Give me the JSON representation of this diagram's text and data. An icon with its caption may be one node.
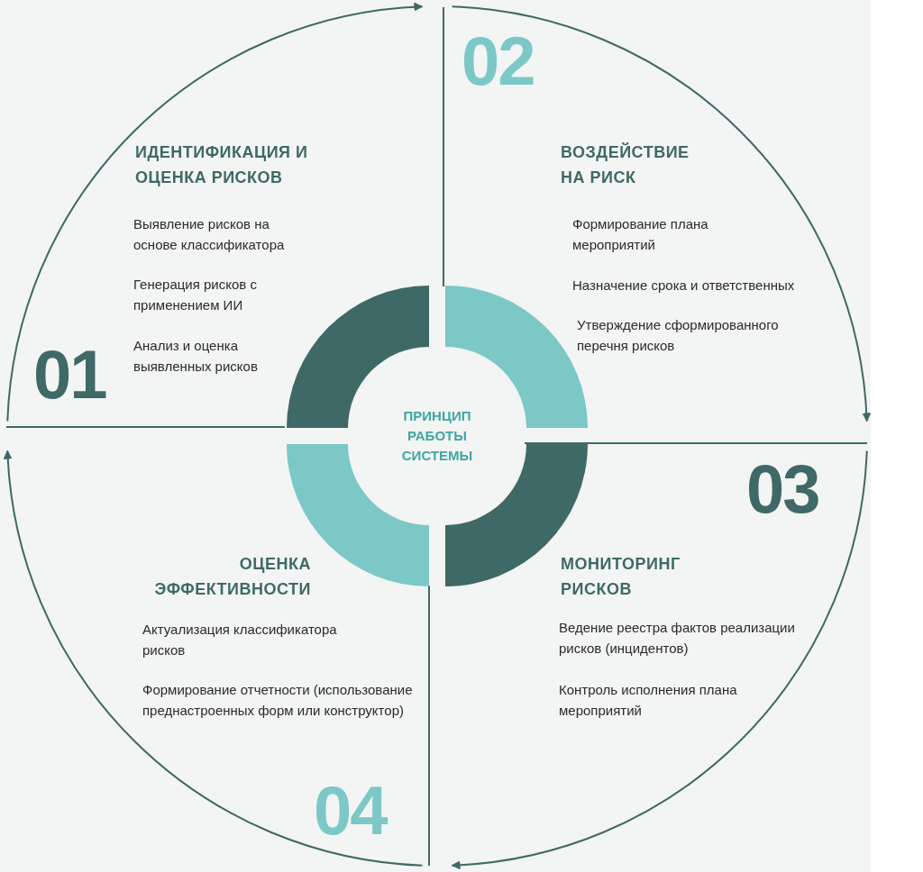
{
  "diagram": {
    "nodes": [
      {
        "text": [
          "01",
          "ИДЕНТИФИКАЦИЯ И ОЦЕНКА РИСКОВ",
          "Выявление рисков на основе классификатора",
          "Генерация рисков с применением ИИ",
          "Анализ и оценка выявленных рисков"
        ]
      },
      {
        "text": [
          "02",
          "ВОЗДЕЙСТВИЕ НА РИСК",
          "Формирование плана мероприятий",
          "Назначение срока и ответственных",
          "Утверждение сформированного перечня рисков"
        ]
      },
      {
        "text": [
          "03",
          "МОНИТОРИНГ РИСКОВ",
          "Ведение реестра фактов реализации рисков (инцидентов)",
          "Контроль исполнения плана мероприятий"
        ]
      },
      {
        "text": [
          "04",
          "ОЦЕНКА ЭФФЕКТИВНОСТИ",
          "Актуализация классификатора рисков",
          "Формирование отчетности (использование преднастроенных форм или конструктор)"
        ]
      },
      {
        "text": [
          "ПРИНЦИП РАБОТЫ СИСТЕМЫ"
        ]
      }
    ],
    "edges": [
      {
        "from": 0,
        "to": 1,
        "arrow": "to"
      },
      {
        "from": 1,
        "to": 2,
        "arrow": "to"
      },
      {
        "from": 2,
        "to": 3,
        "arrow": "to"
      },
      {
        "from": 3,
        "to": 0,
        "arrow": "to"
      }
    ]
  }
}
